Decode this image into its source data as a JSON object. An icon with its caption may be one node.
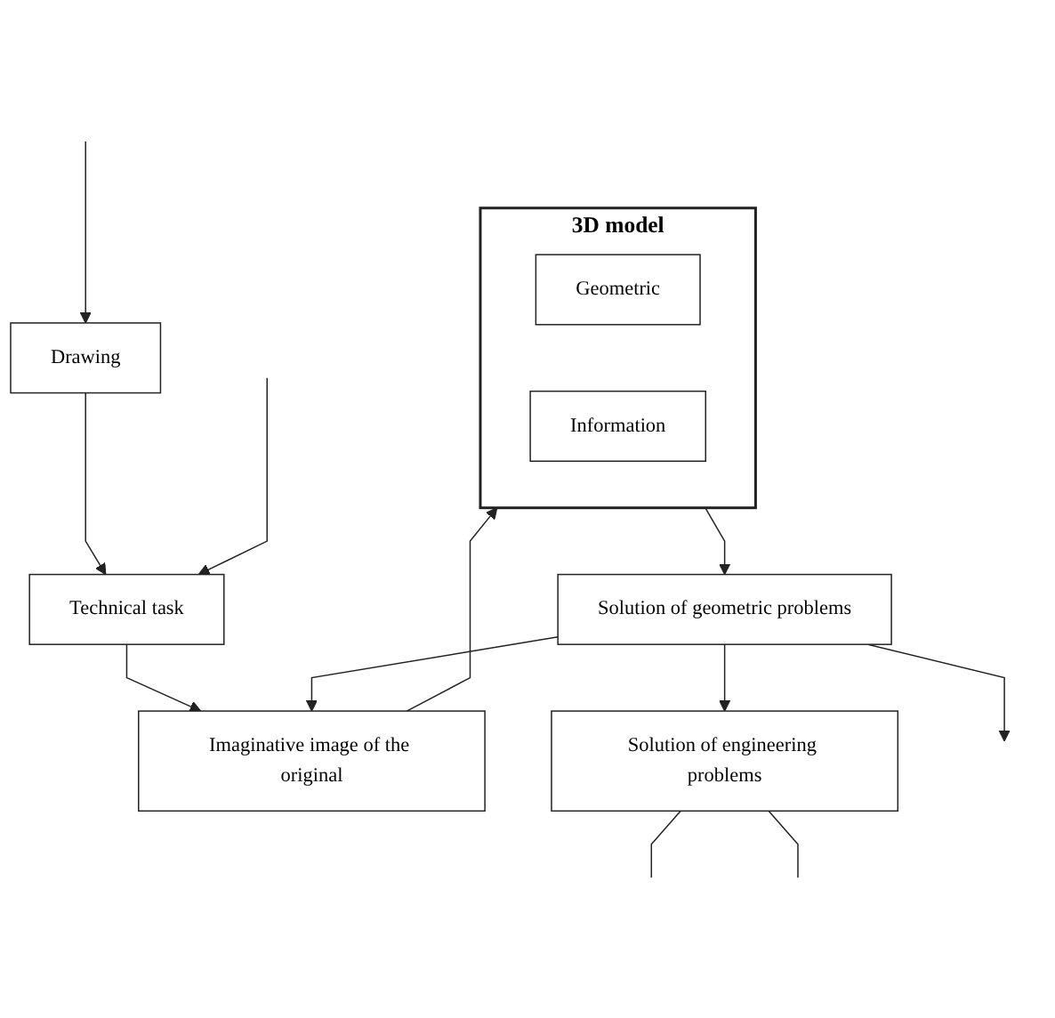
{
  "diagram": {
    "nodes": [
      {
        "text": [
          "Technical task"
        ]
      },
      {
        "text": [
          "Drawing"
        ]
      },
      {
        "text": [
          "Imaginative image of the original"
        ]
      },
      {
        "text": [
          "3D model"
        ]
      },
      {
        "text": [
          "Geometric"
        ],
        "in": 3
      },
      {
        "text": [
          "Information"
        ],
        "in": 3
      },
      {
        "text": [
          "Solution of geometric problems"
        ]
      },
      {
        "text": [
          "Solution of engineering problems"
        ]
      }
    ],
    "edges": [
      {
        "from": null,
        "to": 1,
        "arrow": "to"
      },
      {
        "from": 1,
        "to": 0,
        "arrow": "to"
      },
      {
        "from": 0,
        "to": 2,
        "arrow": "to"
      },
      {
        "from": 2,
        "to": 3,
        "arrow": "to"
      },
      {
        "from": 3,
        "to": 6,
        "arrow": "to"
      },
      {
        "from": 6,
        "to": 7,
        "arrow": "to"
      },
      {
        "from": 6,
        "to": 2,
        "arrow": "to"
      },
      {
        "from": 6,
        "to": null,
        "arrow": "to"
      },
      {
        "from": 7,
        "to": null,
        "arrow": "none"
      },
      {
        "from": 7,
        "to": null,
        "arrow": "none"
      },
      {
        "from": null,
        "to": 0,
        "arrow": "to"
      }
    ]
  }
}
